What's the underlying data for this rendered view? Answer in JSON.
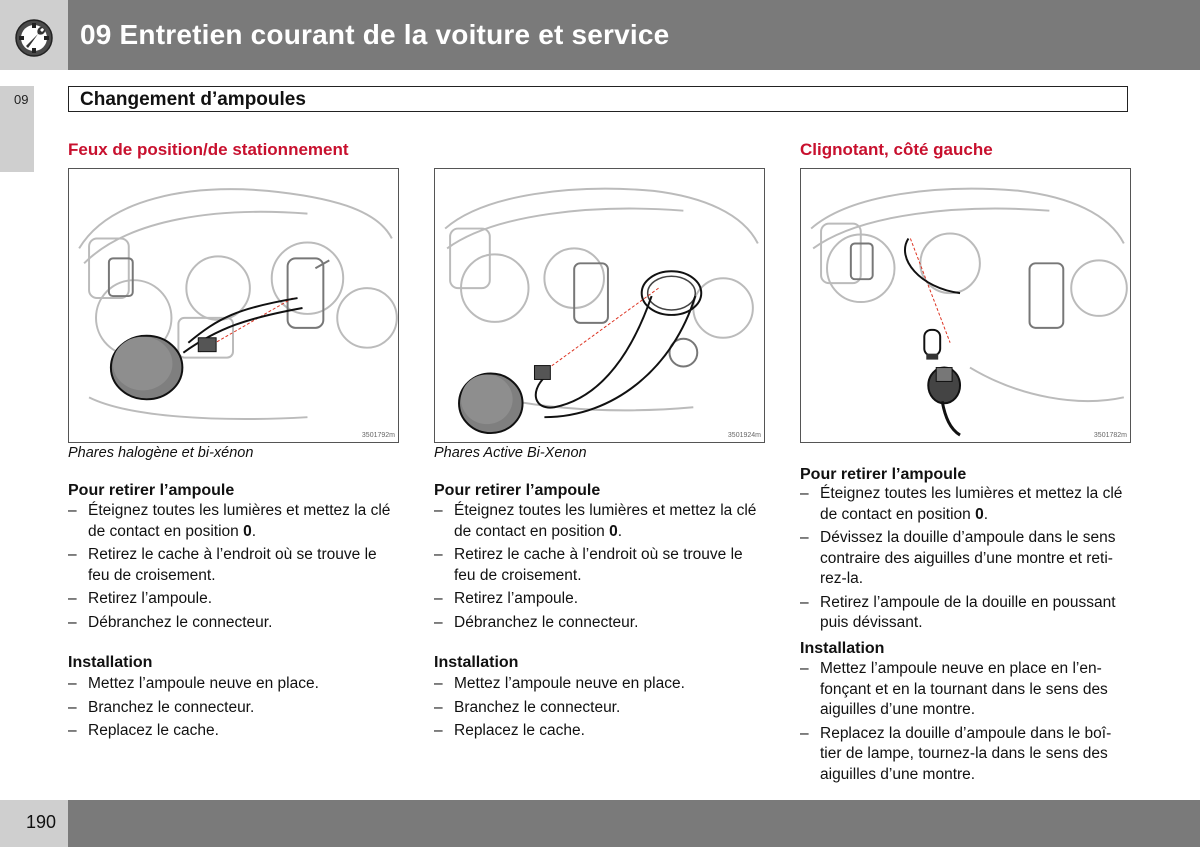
{
  "header": {
    "title": "09 Entretien courant de la voiture et service",
    "icon": "wrench-gear-icon"
  },
  "tab": {
    "label": "09"
  },
  "section": {
    "title": "Changement d’ampoules"
  },
  "col1": {
    "heading": "Feux de position/de stationnement",
    "figure_code": "3501792m",
    "caption": "Phares halogène et bi-xénon",
    "remove_heading": "Pour retirer l’ampoule",
    "remove_steps": [
      "Éteignez toutes les lumières et mettez la clé de contact en position 0.",
      "Retirez le cache à l’endroit où se trouve le feu de croisement.",
      "Retirez l’ampoule.",
      "Débranchez le connecteur."
    ],
    "install_heading": "Installation",
    "install_steps": [
      "Mettez l’ampoule neuve en place.",
      "Branchez le connecteur.",
      "Replacez le cache."
    ]
  },
  "col2": {
    "figure_code": "3501924m",
    "caption": "Phares Active Bi-Xenon",
    "remove_heading": "Pour retirer l’ampoule",
    "remove_steps": [
      "Éteignez toutes les lumières et mettez la clé de contact en position 0.",
      "Retirez le cache à l’endroit où se trouve le feu de croisement.",
      "Retirez l’ampoule.",
      "Débranchez le connecteur."
    ],
    "install_heading": "Installation",
    "install_steps": [
      "Mettez l’ampoule neuve en place.",
      "Branchez le connecteur.",
      "Replacez le cache."
    ]
  },
  "col3": {
    "heading": "Clignotant, côté gauche",
    "figure_code": "3501782m",
    "remove_heading": "Pour retirer l’ampoule",
    "remove_steps": [
      "Éteignez toutes les lumières et mettez la clé de contact en position 0.",
      "Dévissez la douille d’ampoule dans le sens contraire des aiguilles d’une montre et reti-rez-la.",
      "Retirez l’ampoule de la douille en poussant puis dévissant."
    ],
    "install_heading": "Installation",
    "install_steps": [
      "Mettez l’ampoule neuve en place en l’en-fonçant et en la tournant dans le sens des aiguilles d’une montre.",
      "Replacez la douille d’ampoule dans le boî-tier de lampe, tournez-la dans le sens des aiguilles d’une montre."
    ]
  },
  "footer": {
    "page_number": "190"
  }
}
